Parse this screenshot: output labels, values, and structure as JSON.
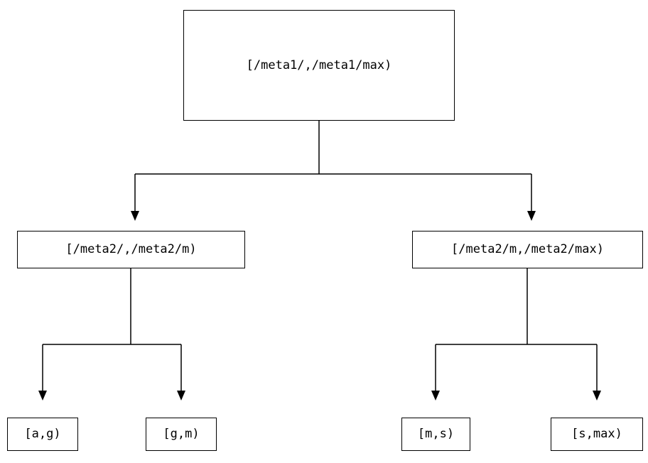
{
  "diagram": {
    "root": {
      "label": "[/meta1/,/meta1/max)"
    },
    "children": [
      {
        "label": "[/meta2/,/meta2/m)"
      },
      {
        "label": "[/meta2/m,/meta2/max)"
      }
    ],
    "leaves": [
      {
        "label": "[a,g)"
      },
      {
        "label": "[g,m)"
      },
      {
        "label": "[m,s)"
      },
      {
        "label": "[s,max)"
      }
    ]
  }
}
